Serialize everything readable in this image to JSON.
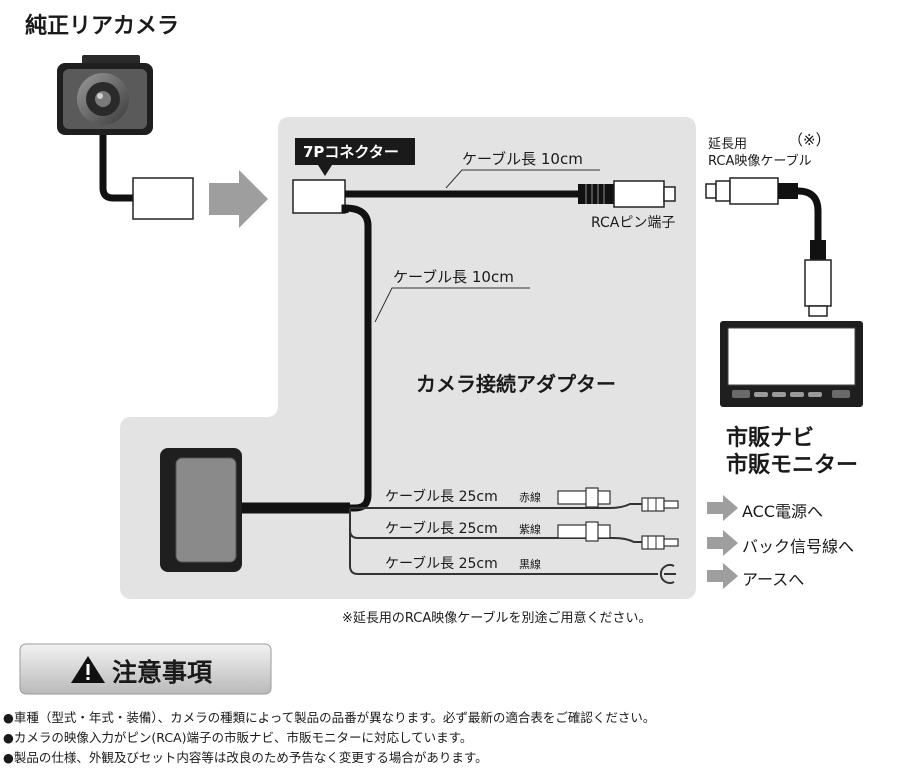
{
  "camera": {
    "title": "純正リアカメラ"
  },
  "adapter": {
    "title": "カメラ接続アダプター",
    "connector_label": "7Pコネクター",
    "cable_rca_label": "ケーブル長 10cm",
    "cable_vertical_label": "ケーブル長 10cm",
    "rca_pin_label": "RCAピン端子",
    "wires": [
      {
        "length_label": "ケーブル長 25cm",
        "color_label": "赤線",
        "dest_label": "ACC電源へ"
      },
      {
        "length_label": "ケーブル長 25cm",
        "color_label": "紫線",
        "dest_label": "バック信号線へ"
      },
      {
        "length_label": "ケーブル長 25cm",
        "color_label": "黒線",
        "dest_label": "アースへ"
      }
    ]
  },
  "extension": {
    "line1": "延長用",
    "note_mark": "（※）",
    "line2": "RCA映像ケーブル"
  },
  "monitor": {
    "line1": "市販ナビ",
    "line2": "市販モニター"
  },
  "footnote": "※延長用のRCA映像ケーブルを別途ご用意ください。",
  "caution": {
    "title": "注意事項",
    "items": [
      "●車種（型式・年式・装備）、カメラの種類によって製品の品番が異なります。必ず最新の適合表をご確認ください。",
      "●カメラの映像入力がピン(RCA)端子の市販ナビ、市販モニターに対応しています。",
      "●製品の仕様、外観及びセット内容等は改良のため予告なく変更する場合があります。"
    ]
  },
  "colors": {
    "panel": "#e3e3e3",
    "arrow": "#9e9e9e",
    "cable": "#111111",
    "wire": "#333333"
  }
}
